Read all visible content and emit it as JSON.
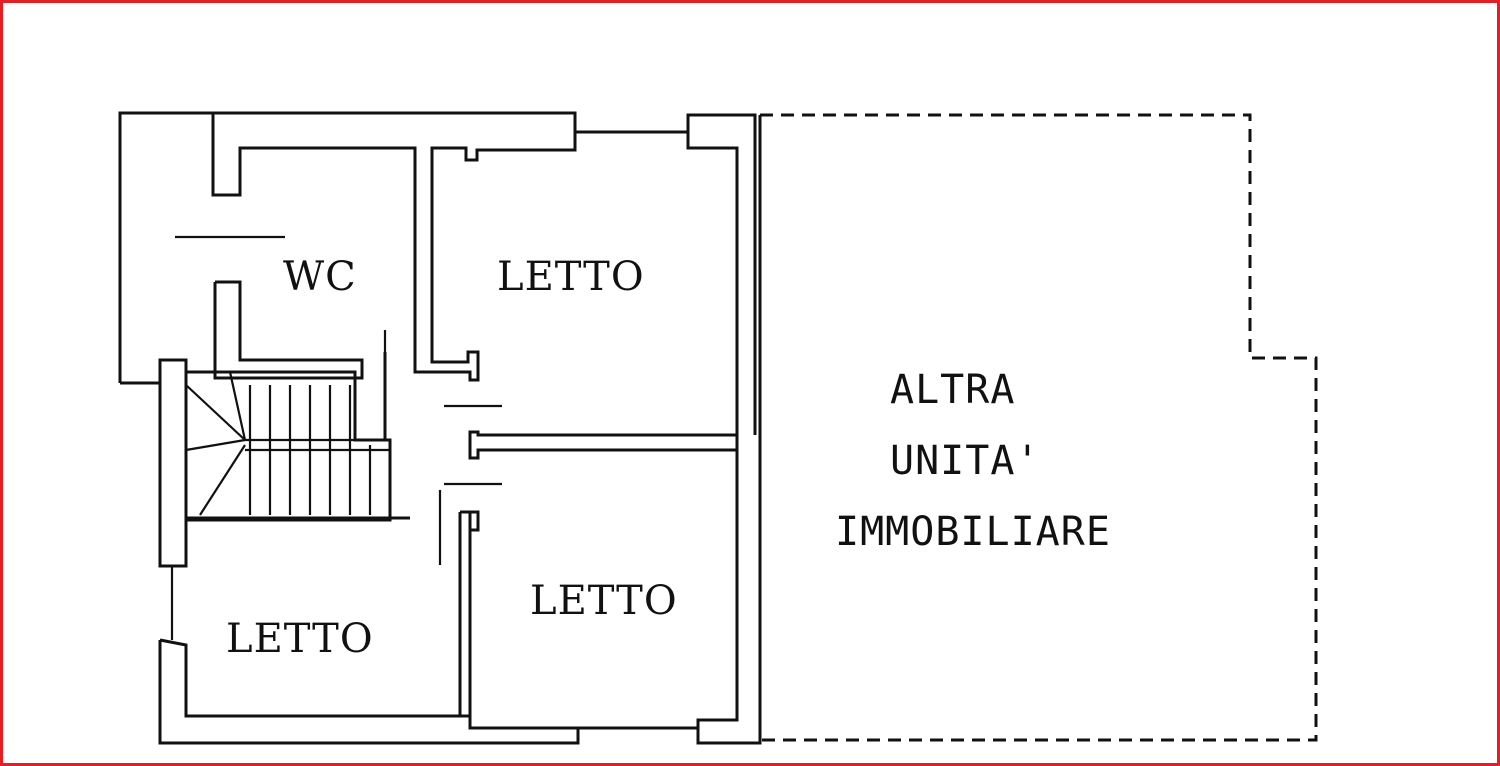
{
  "plan": {
    "rooms": {
      "wc": "WC",
      "bedroom_top": "LETTO",
      "bedroom_middle": "LETTO",
      "bedroom_bottom_left": "LETTO"
    },
    "other_unit": [
      "ALTRA",
      "UNITA'",
      "IMMOBILIARE"
    ]
  },
  "colors": {
    "frame": "#e41e25",
    "ink": "#111111",
    "background": "#ffffff"
  }
}
